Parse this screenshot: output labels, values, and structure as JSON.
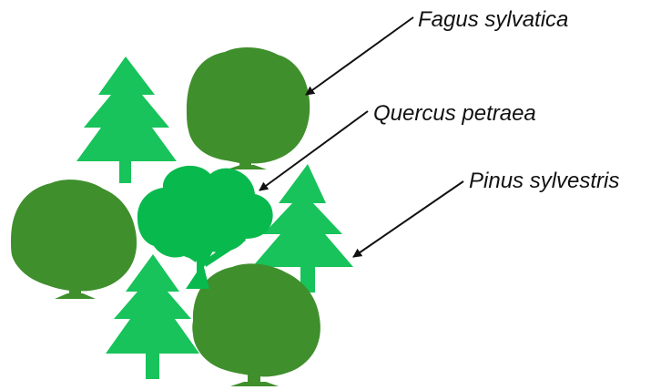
{
  "labels": {
    "fagus": "Fagus sylvatica",
    "quercus": "Quercus petraea",
    "pinus": "Pinus sylvestris"
  },
  "colors": {
    "beech": "#3f8f2c",
    "oak": "#08b94e",
    "pine": "#17c35a",
    "arrow": "#111111",
    "text": "#111111"
  },
  "icons": {
    "beech": "deciduous-tree-icon",
    "oak": "broadleaf-tree-icon",
    "pine": "conifer-tree-icon"
  }
}
